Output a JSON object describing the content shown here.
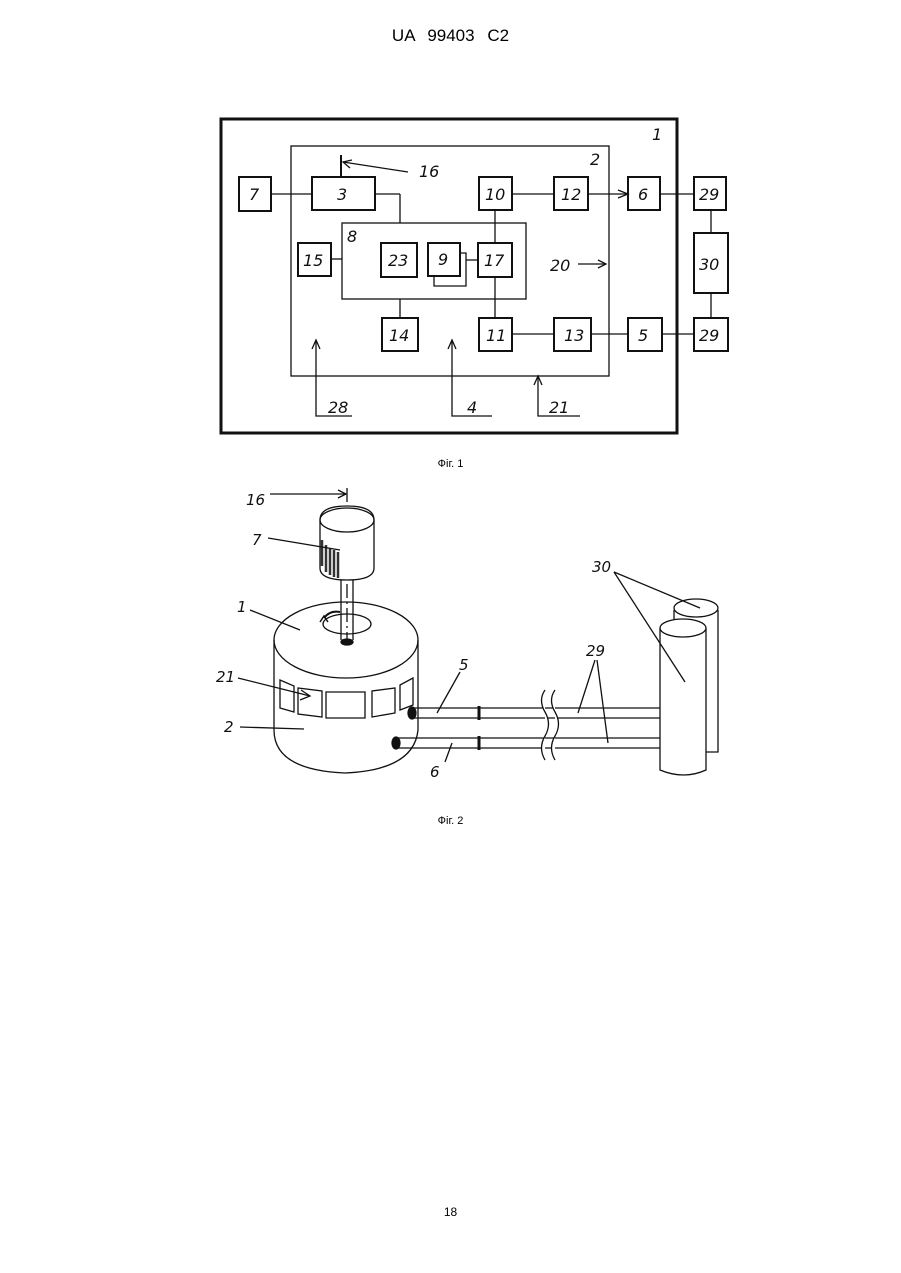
{
  "header": {
    "patent_number": "UA   99403   C2"
  },
  "fig1": {
    "caption": "Фіг. 1",
    "labels": {
      "l1": "1",
      "l2": "2",
      "l3": "3",
      "l5": "5",
      "l6": "6",
      "l7": "7",
      "l8": "8",
      "l9": "9",
      "l10": "10",
      "l11": "11",
      "l12": "12",
      "l13": "13",
      "l14": "14",
      "l15": "15",
      "l16": "16",
      "l17": "17",
      "l20": "20",
      "l21": "21",
      "l23": "23",
      "l28": "28",
      "l29a": "29",
      "l29b": "29",
      "l30": "30",
      "l4": "4"
    }
  },
  "fig2": {
    "caption": "Фіг. 2",
    "labels": {
      "l16": "16",
      "l7": "7",
      "l1": "1",
      "l21": "21",
      "l2": "2",
      "l5": "5",
      "l6": "6",
      "l29": "29",
      "l30": "30"
    }
  },
  "page_number": "18"
}
